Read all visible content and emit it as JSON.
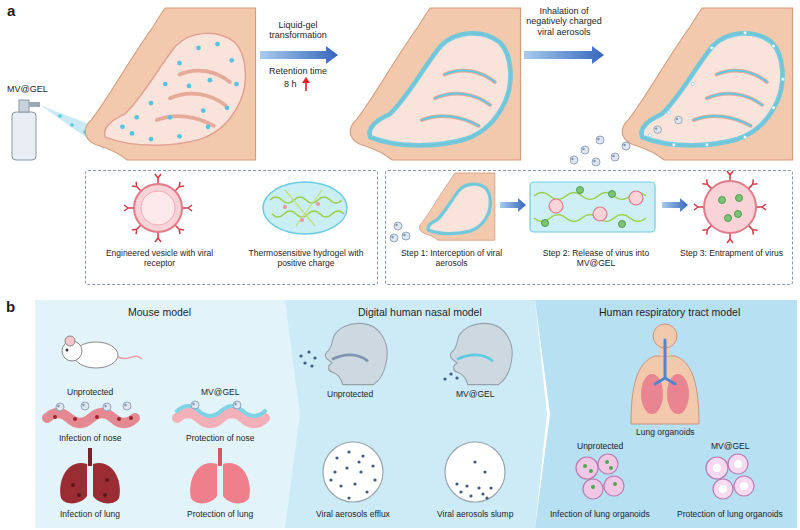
{
  "diagram": {
    "nodes": [
      {
        "text": [
          "Engineered vesicle with viral receptor",
          "Thermosensitive hydrogel with positive charge"
        ]
      },
      {
        "text": [
          "Step 1: Interception of viral aerosols",
          "Step 2: Release of virus into MV@GEL",
          "Step 3: Entrapment of virus"
        ]
      },
      {
        "text": [
          "Mouse model",
          "Unprotected",
          "MV@GEL",
          "Infection of nose",
          "Protection of nose",
          "Infection of lung",
          "Protection of lung"
        ]
      },
      {
        "text": [
          "Digital human nasal model",
          "Unprotected",
          "MV@GEL",
          "Viral aerosols efflux",
          "Viral aerosols slump"
        ]
      },
      {
        "text": [
          "Human respiratory tract model",
          "Lung organoids",
          "Unprotected",
          "MV@GEL",
          "Infection of lung organoids",
          "Protection of lung organoids"
        ]
      }
    ],
    "labels": [
      "a",
      "MV@GEL",
      "Liquid-gel transformation",
      "Retention time",
      "8 h",
      "Inhalation of negatively charged viral aerosols",
      "b"
    ]
  }
}
